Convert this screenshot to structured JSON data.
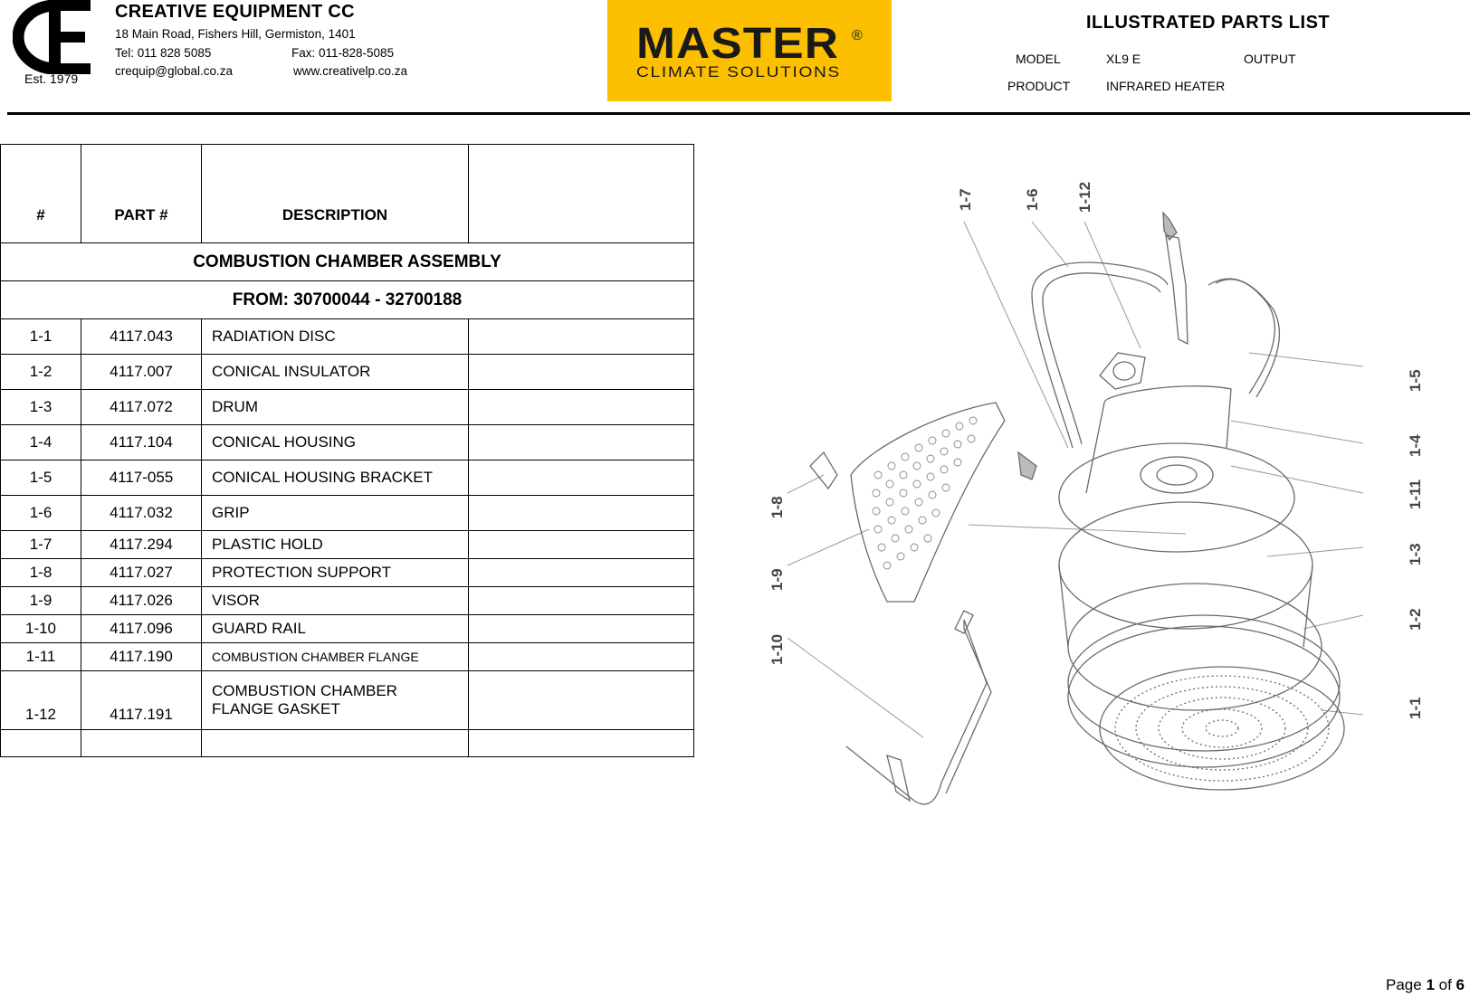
{
  "company": {
    "name": "CREATIVE EQUIPMENT CC",
    "address": "18 Main Road, Fishers Hill, Germiston, 1401",
    "tel": "Tel: 011 828 5085",
    "fax": "Fax: 011-828-5085",
    "email": "crequip@global.co.za",
    "website": "www.creativelp.co.za",
    "established": "Est. 1979"
  },
  "brand": {
    "name": "MASTER",
    "registered_mark": "®",
    "tagline": "CLIMATE SOLUTIONS",
    "background_color": "#fcc000"
  },
  "document": {
    "title": "ILLUSTRATED PARTS LIST",
    "model_label": "MODEL",
    "model_value": "XL9 E",
    "output_label": "OUTPUT",
    "output_value": "",
    "product_label": "PRODUCT",
    "product_value": "INFRARED HEATER"
  },
  "table": {
    "headers": {
      "num": "#",
      "part": "PART #",
      "description": "DESCRIPTION",
      "extra": ""
    },
    "section_title": "COMBUSTION CHAMBER ASSEMBLY",
    "serial_range": "FROM:  30700044 - 32700188",
    "rows": [
      {
        "num": "1-1",
        "part": "4117.043",
        "description": "RADIATION DISC"
      },
      {
        "num": "1-2",
        "part": "4117.007",
        "description": "CONICAL INSULATOR"
      },
      {
        "num": "1-3",
        "part": "4117.072",
        "description": "DRUM"
      },
      {
        "num": "1-4",
        "part": "4117.104",
        "description": "CONICAL HOUSING"
      },
      {
        "num": "1-5",
        "part": "4117-055",
        "description": "CONICAL HOUSING BRACKET"
      },
      {
        "num": "1-6",
        "part": "4117.032",
        "description": "GRIP"
      },
      {
        "num": "1-7",
        "part": "4117.294",
        "description": "PLASTIC HOLD"
      },
      {
        "num": "1-8",
        "part": "4117.027",
        "description": "PROTECTION SUPPORT"
      },
      {
        "num": "1-9",
        "part": "4117.026",
        "description": "VISOR"
      },
      {
        "num": "1-10",
        "part": "4117.096",
        "description": "GUARD RAIL"
      },
      {
        "num": "1-11",
        "part": "4117.190",
        "description": "COMBUSTION CHAMBER FLANGE"
      },
      {
        "num": "1-12",
        "part": "4117.191",
        "description_line1": "COMBUSTION CHAMBER",
        "description_line2": "FLANGE GASKET"
      }
    ]
  },
  "diagram": {
    "callouts": [
      "1-7",
      "1-6",
      "1-12",
      "1-5",
      "1-4",
      "1-11",
      "1-3",
      "1-2",
      "1-1",
      "1-8",
      "1-9",
      "1-10"
    ]
  },
  "footer": {
    "page_prefix": "Page ",
    "page_current": "1",
    "page_of": " of ",
    "page_total": "6"
  }
}
